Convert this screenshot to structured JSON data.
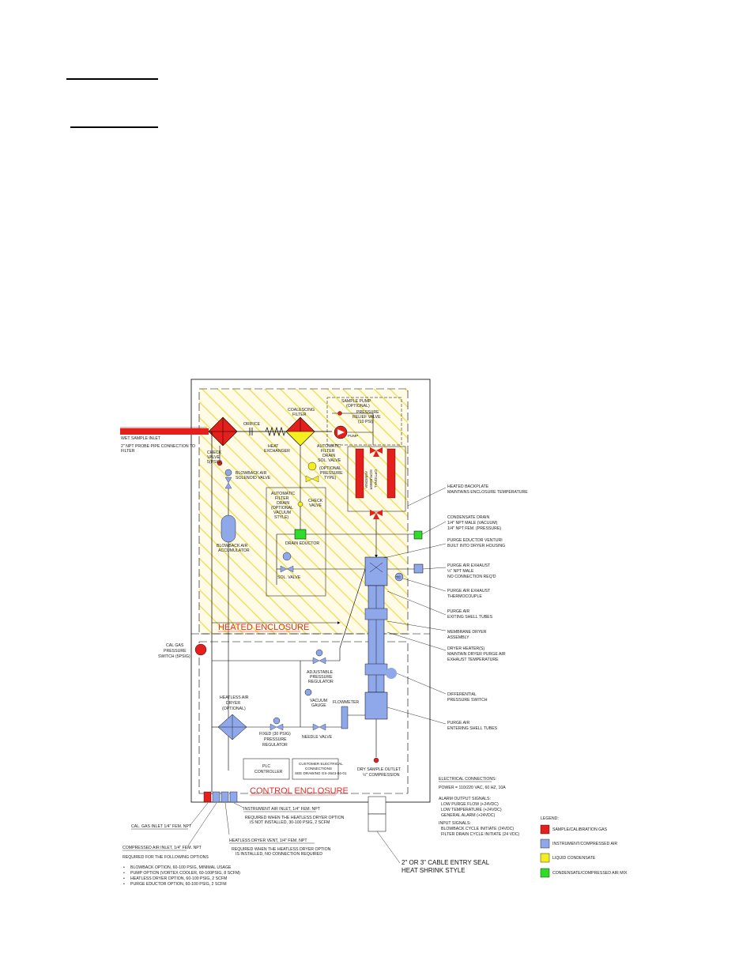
{
  "diagram": {
    "wet_inlet": [
      "WET SAMPLE INLET",
      "2\" NPT PROBE PIPE CONNECTION TO",
      "FILTER"
    ],
    "orifice": "ORIFICE",
    "heat_exchanger": [
      "HEAT",
      "EXCHANGER"
    ],
    "coalescing_filter": [
      "COALESCING",
      "FILTER"
    ],
    "sample_pump": [
      "SAMPLE PUMP",
      "(OPTIONAL)"
    ],
    "pressure_relief": [
      "PRESSURE",
      "RELIEF VALVE",
      "(10 PSI)"
    ],
    "pump": "PUMP",
    "auto_filter_drain_pressure": [
      "AUTOMATIC",
      "FILTER",
      "DRAIN",
      "SOL. VALVE",
      "(OPTIONAL",
      "PRESSURE",
      "TYPE)"
    ],
    "check_valve_5": [
      "CHECK",
      "VALVE",
      "5(PSIG)"
    ],
    "blowback_solenoid": [
      "BLOWBACK AIR",
      "SOLENOID VALVE"
    ],
    "ammonia_scrubber": [
      "AMMONIA",
      "SCRUBBER",
      "OPTIONAL"
    ],
    "auto_filter_drain_vacuum": [
      "AUTOMATIC",
      "FILTER",
      "DRAIN",
      "(OPTIONAL",
      "VACUUM",
      "STYLE)"
    ],
    "check_valve": [
      "CHECK",
      "VALVE"
    ],
    "blowback_accumulator": [
      "BLOWBACK AIR",
      "ACCUMULATOR"
    ],
    "drain_eductor": "DRAIN EDUCTOR",
    "sol_valve": "SOL. VALVE",
    "heated_backplate": [
      "HEATED BACKPLATE",
      "MAINTAINS ENCLOSURE TEMPERATURE"
    ],
    "condensate_drain": [
      "CONDENSATE DRAIN",
      "1/4\" NPT MALE (VACUUM)",
      "1/4\" NPT FEM. (PRESSURE)"
    ],
    "purge_eductor": [
      "PURGE EDUCTOR VENTURI",
      "BUILT INTO DRYER HOUSING"
    ],
    "purge_exhaust": [
      "PURGE AIR EXHAUST",
      "½\" NPT MALE",
      "NO CONNECTION REQ'D"
    ],
    "thermocouple": [
      "PURGE AIR EXHAUST",
      "THERMOCOUPLE"
    ],
    "tc": "TC",
    "purge_exiting": [
      "PURGE AIR",
      "EXITING SHELL TUBES"
    ],
    "membrane_dryer": [
      "MEMBRANE DRYER",
      "ASSEMBLY"
    ],
    "dryer_heaters": [
      "DRYER HEATER(S)",
      "MAINTAIN DRYER PURGE AIR",
      "EXHAUST TEMPERATURE"
    ],
    "heated_enclosure": "HEATED ENCLOSURE",
    "cal_gas_switch": [
      "CAL GAS",
      "PRESSURE",
      "SWITCH (5PSIG)"
    ],
    "adj_regulator": [
      "ADJUSTABLE",
      "PRESSURE",
      "REGULATOR"
    ],
    "differential_switch": [
      "DIFFERENTIAL",
      "PRESSURE SWITCH"
    ],
    "heatless_dryer": [
      "HEATLESS AIR",
      "DRYER",
      "(OPTIONAL)"
    ],
    "vacuum_gauge": [
      "VACUUM",
      "GAUGE"
    ],
    "flowmeter": "FLOWMETER",
    "fixed_regulator": [
      "FIXED (30 PSIG)",
      "PRESSURE",
      "REGULATOR"
    ],
    "needle_valve": "NEEDLE VALVE",
    "purge_entering": [
      "PURGE AIR",
      "ENTERING SHELL TUBES"
    ],
    "plc": [
      "PLC",
      "CONTROLLER"
    ],
    "customer_conn": [
      "CUSTOMER ELECTRICAL",
      "CONNECTIONS",
      "SEE DRAWING GS-2643-04-01"
    ],
    "dry_outlet": [
      "DRY SAMPLE OUTLET",
      "½\" COMPRESSION"
    ],
    "control_enclosure": "CONTROL ENCLOSURE",
    "electrical": {
      "title": "ELECTRICAL CONNECTIONS:",
      "power": "POWER = 110/220 VAC, 60 HZ, 10A",
      "alarm_title": "ALARM OUTPUT SIGNALS:",
      "alarms": [
        "LOW PURGE FLOW (+24VDC)",
        "LOW TEMPERATURE (+24VDC)",
        "GENERAL ALARM (+24VDC)"
      ],
      "input_title": "INPUT SIGNALS:",
      "inputs": [
        "BLOWBACK CYCLE INITIATE (24VDC)",
        "FILTER DRAIN CYCLE INITIATE (24 VDC)"
      ]
    },
    "instrument_inlet": "INSTRUMENT AIR INLET, 1/4\" FEM. NPT",
    "instrument_note": [
      "REQUIRED WHEN THE HEATLESS DRYER OPTION",
      "IS NOT INSTALLED, 30-100 PSIG, 2 SCFM"
    ],
    "cal_gas_inlet": "CAL. GAS INLET 1/4\" FEM. NPT",
    "heatless_vent": "HEATLESS DRYER VENT, 1/4\" FEM. NPT",
    "heatless_vent_note": [
      "REQUIRED WHEN THE HEATLESS DRYER OPTION",
      "IS INSTALLED, NO CONNECTION REQUIRED"
    ],
    "compressed_inlet": "COMPRESSED AIR INLET, 1/4\" FEM. NPT",
    "required_for": "REQUIRED FOR THE FOLLOWING OPTIONS",
    "options": [
      "BLOWBACK OPTION, 60-100 PSIG, MINIMAL USAGE",
      "PUMP OPTION (VORTEX COOLER, 60-100PSIG, 8 SCFM)",
      "HEATLESS DRYER OPTION, 60-100 PSIG, 2 SCFM",
      "PURGE EDUCTOR OPTION, 60-100 PSIG, 2 SCFM"
    ],
    "cable_entry": [
      "2\" OR 3\" CABLE ENTRY SEAL",
      "HEAT SHRINK STYLE"
    ],
    "legend": {
      "title": "LEGEND:",
      "items": [
        {
          "label": "SAMPLE/CALIBRATION GAS",
          "color": "#e5201c"
        },
        {
          "label": "INSTRUMENT/COMPRESSED AIR",
          "color": "#8fa8ea"
        },
        {
          "label": "LIQUID CONDENSATE",
          "color": "#f4ee1e"
        },
        {
          "label": "CONDENSATE/COMPRESSED AIR MIX",
          "color": "#2fdc2a"
        }
      ]
    }
  }
}
